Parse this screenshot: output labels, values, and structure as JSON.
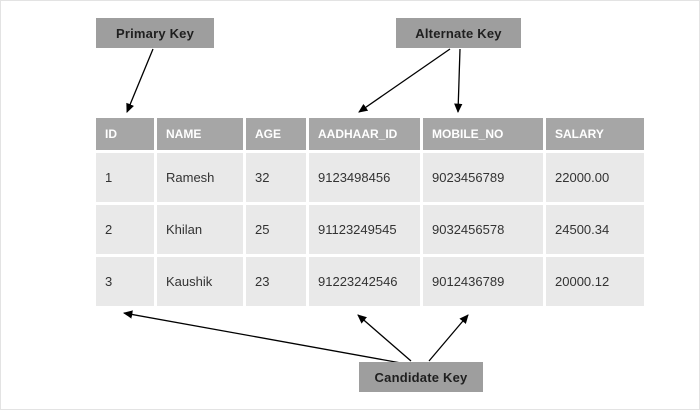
{
  "diagram": {
    "labels": {
      "primary_key": "Primary Key",
      "alternate_key": "Alternate Key",
      "candidate_key": "Candidate Key"
    },
    "table": {
      "headers": [
        "ID",
        "NAME",
        "AGE",
        "AADHAAR_ID",
        "MOBILE_NO",
        "SALARY"
      ],
      "rows": [
        [
          "1",
          "Ramesh",
          "32",
          "9123498456",
          "9023456789",
          "22000.00"
        ],
        [
          "2",
          "Khilan",
          "25",
          "91123249545",
          "9032456578",
          "24500.34"
        ],
        [
          "3",
          "Kaushik",
          "23",
          "91223242546",
          "9012436789",
          "20000.12"
        ]
      ]
    },
    "colors": {
      "background": "#ffffff",
      "header_bg": "#a6a6a6",
      "header_text": "#ffffff",
      "row_bg": "#e9e9e9",
      "label_bg": "#9e9e9e",
      "label_text": "#1f1f1f",
      "arrow": "#000000"
    }
  }
}
